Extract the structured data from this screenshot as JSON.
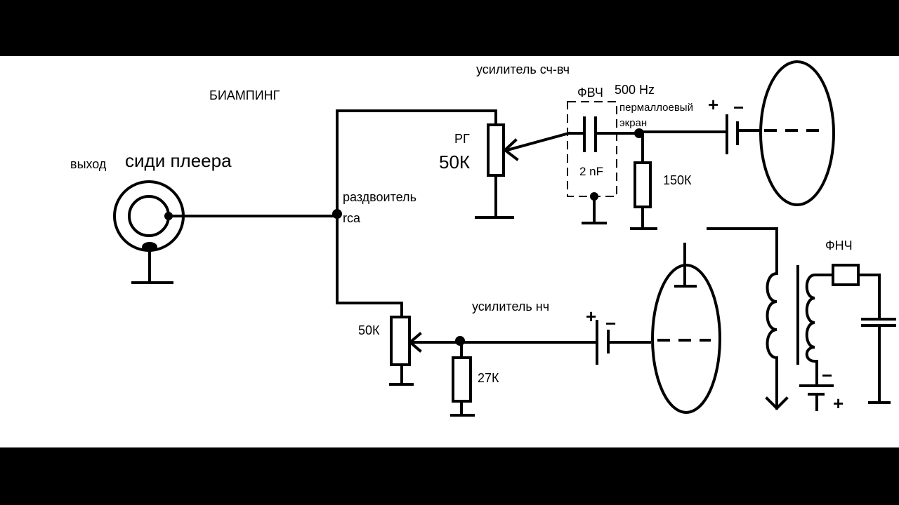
{
  "colors": {
    "letterbox": "#000000",
    "paper": "#ffffff",
    "ink": "#000000"
  },
  "labels": {
    "title": "БИАМПИНГ",
    "output_small": "выход",
    "output_big": "сиди плеера",
    "splitter_line1": "раздвоитель",
    "splitter_line2": "rca",
    "amp_high": "усилитель сч-вч",
    "amp_low": "усилитель нч",
    "hpf": "ФВЧ",
    "hpf_freq": "500 Hz",
    "shield_line1": "пермаллоевый",
    "shield_line2": "экран",
    "pot_top_name": "РГ",
    "pot_top_value": "50К",
    "cap_value": "2 nF",
    "res_150k": "150К",
    "pot_bottom_value": "50К",
    "res_27k": "27К",
    "lpf": "ФНЧ",
    "plus": "+",
    "minus": "−"
  }
}
